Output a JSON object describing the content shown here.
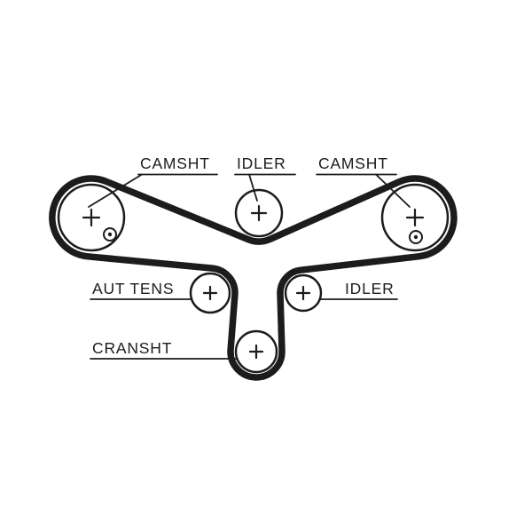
{
  "diagram": {
    "type": "timing-belt-routing-diagram",
    "background": "#ffffff",
    "line_color": "#1c1c1c",
    "labels": {
      "camshaft_left": "CAMSHT",
      "idler_top": "IDLER",
      "camshaft_right": "CAMSHT",
      "tensioner": "AUT TENS",
      "idler_right": "IDLER",
      "crankshaft": "CRANSHT"
    }
  }
}
